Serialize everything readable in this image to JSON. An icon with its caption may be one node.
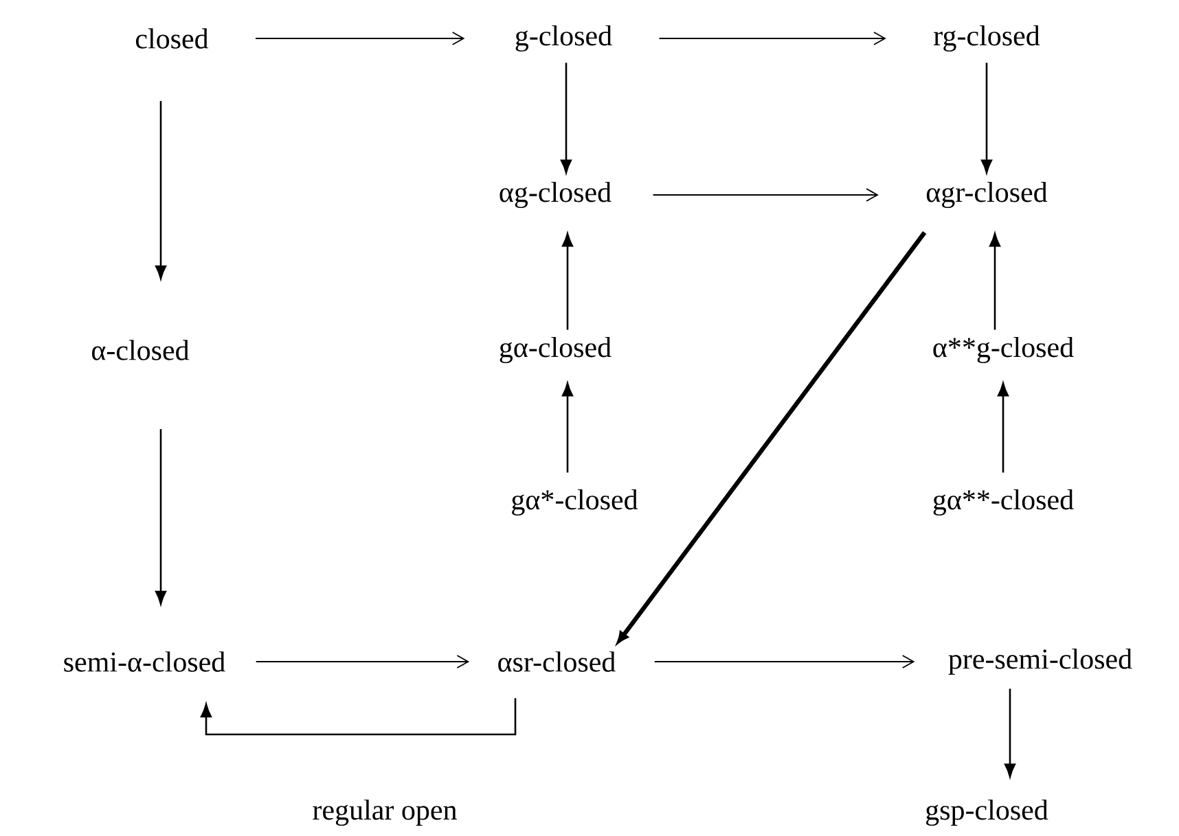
{
  "diagram": {
    "nodes": [
      {
        "text": [
          "closed"
        ]
      },
      {
        "text": [
          "g-closed"
        ]
      },
      {
        "text": [
          "rg-closed"
        ]
      },
      {
        "text": [
          "αg-closed"
        ]
      },
      {
        "text": [
          "αgr-closed"
        ]
      },
      {
        "text": [
          "α-closed"
        ]
      },
      {
        "text": [
          "gα-closed"
        ]
      },
      {
        "text": [
          "α**g-closed"
        ]
      },
      {
        "text": [
          "gα*-closed"
        ]
      },
      {
        "text": [
          "gα**-closed"
        ]
      },
      {
        "text": [
          "semi-α-closed"
        ]
      },
      {
        "text": [
          "αsr-closed"
        ]
      },
      {
        "text": [
          "pre-semi-closed"
        ]
      },
      {
        "text": [
          "gsp-closed"
        ]
      }
    ],
    "edges": [
      {
        "from": 0,
        "to": 1,
        "arrow": "to"
      },
      {
        "from": 1,
        "to": 2,
        "arrow": "to"
      },
      {
        "from": 0,
        "to": 5,
        "arrow": "to"
      },
      {
        "from": 1,
        "to": 3,
        "arrow": "to"
      },
      {
        "from": 2,
        "to": 4,
        "arrow": "to"
      },
      {
        "from": 3,
        "to": 4,
        "arrow": "to"
      },
      {
        "from": 6,
        "to": 3,
        "arrow": "to"
      },
      {
        "from": 8,
        "to": 6,
        "arrow": "to"
      },
      {
        "from": 7,
        "to": 4,
        "arrow": "to"
      },
      {
        "from": 9,
        "to": 7,
        "arrow": "to"
      },
      {
        "from": 5,
        "to": 10,
        "arrow": "to"
      },
      {
        "from": 4,
        "to": 11,
        "arrow": "to",
        "style": "thick"
      },
      {
        "from": 10,
        "to": 11,
        "arrow": "to"
      },
      {
        "from": 11,
        "to": 12,
        "arrow": "to"
      },
      {
        "from": 11,
        "to": 10,
        "arrow": "to",
        "label": "regular open"
      },
      {
        "from": 12,
        "to": 13,
        "arrow": "to"
      }
    ]
  }
}
